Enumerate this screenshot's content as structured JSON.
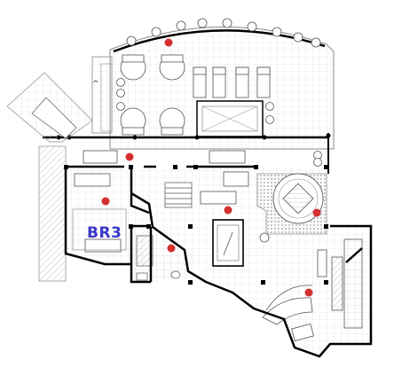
{
  "plan": {
    "room_label": "BR3",
    "colors": {
      "wall": "#000000",
      "line": "#8a8a8a",
      "grid": "#d9d9d9",
      "label": "#3a39c9",
      "marker": "#d3302f"
    },
    "markers": [
      {
        "name": "marker-terrace"
      },
      {
        "name": "marker-lounge"
      },
      {
        "name": "marker-br3"
      },
      {
        "name": "marker-stair-hall"
      },
      {
        "name": "marker-spa"
      },
      {
        "name": "marker-bath"
      },
      {
        "name": "marker-game-room"
      }
    ]
  }
}
